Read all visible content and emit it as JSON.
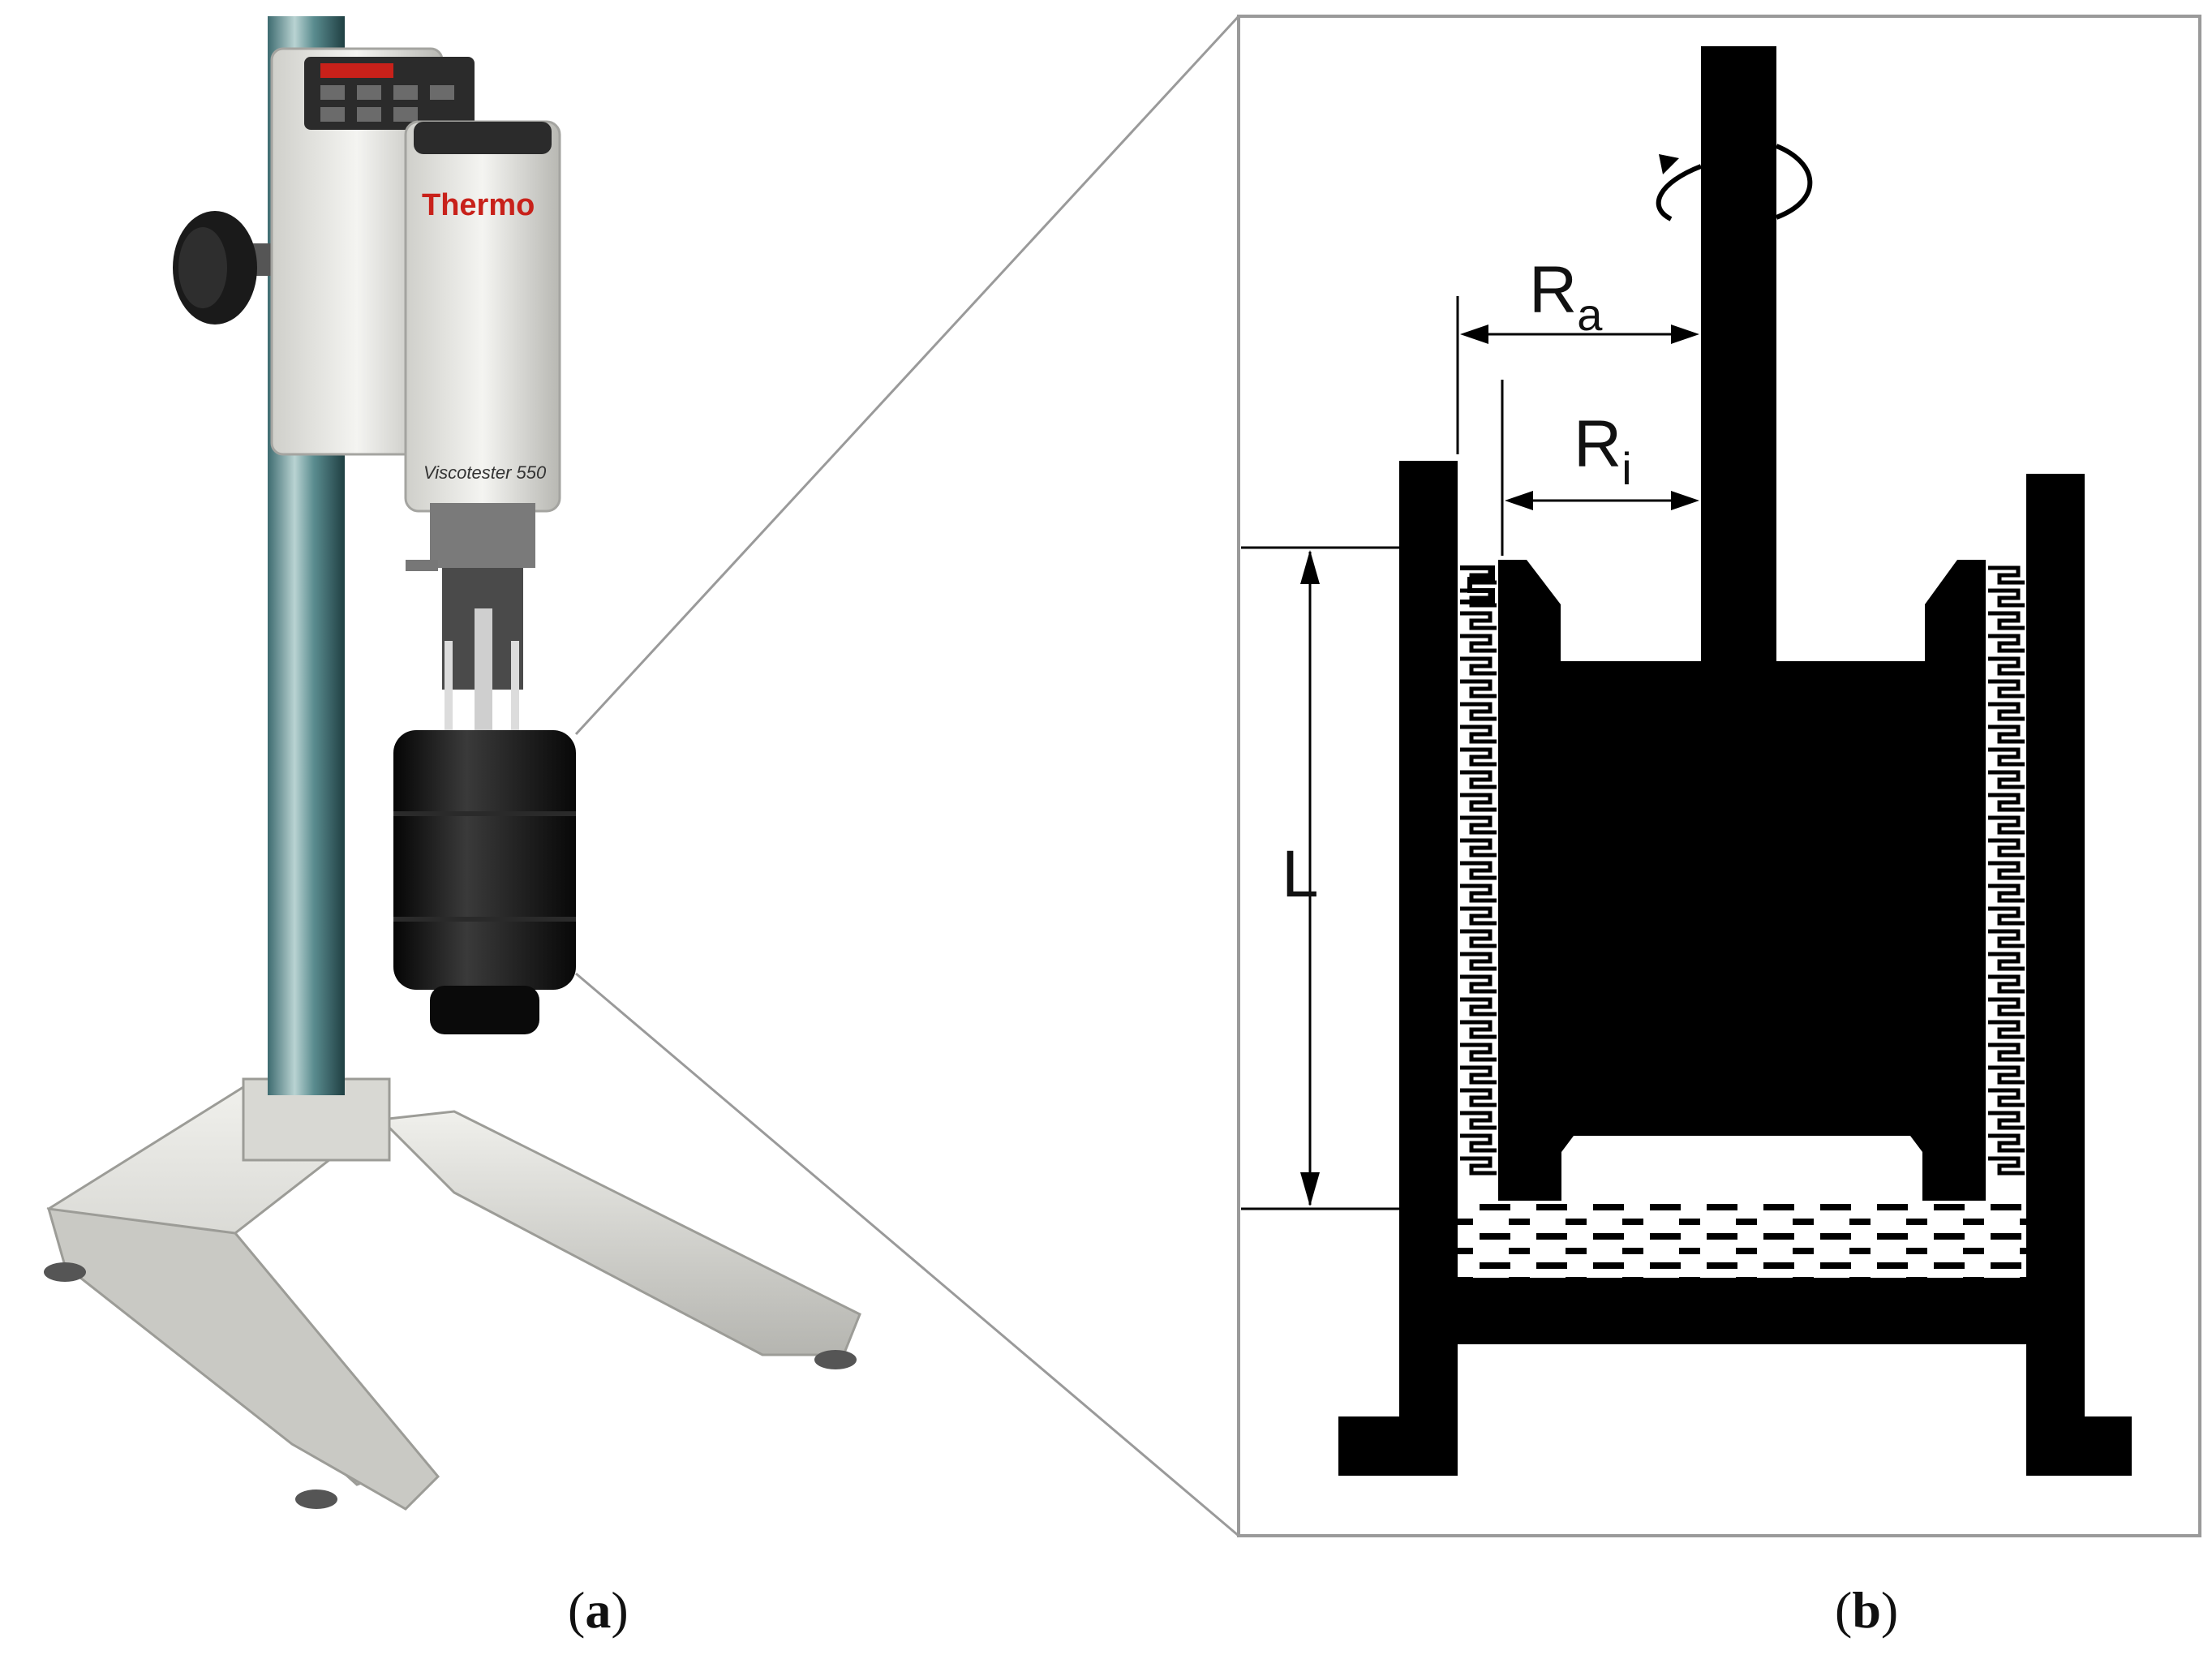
{
  "panels": {
    "a": {
      "caption_open": "(",
      "caption_letter": "a",
      "caption_close": ")",
      "brand_text": "Thermo",
      "model_text": "Viscotester 550"
    },
    "b": {
      "caption_open": "(",
      "caption_letter": "b",
      "caption_close": ")",
      "labels": {
        "outer_radius_main": "R",
        "outer_radius_sub": "a",
        "inner_radius_main": "R",
        "inner_radius_sub": "i",
        "length": "L"
      }
    }
  },
  "colors": {
    "ink": "#000000",
    "frame": "#9a9a9a",
    "brand_red": "#c8211a",
    "cup_black": "#111111",
    "stand_grey": "#d9d9d4"
  }
}
